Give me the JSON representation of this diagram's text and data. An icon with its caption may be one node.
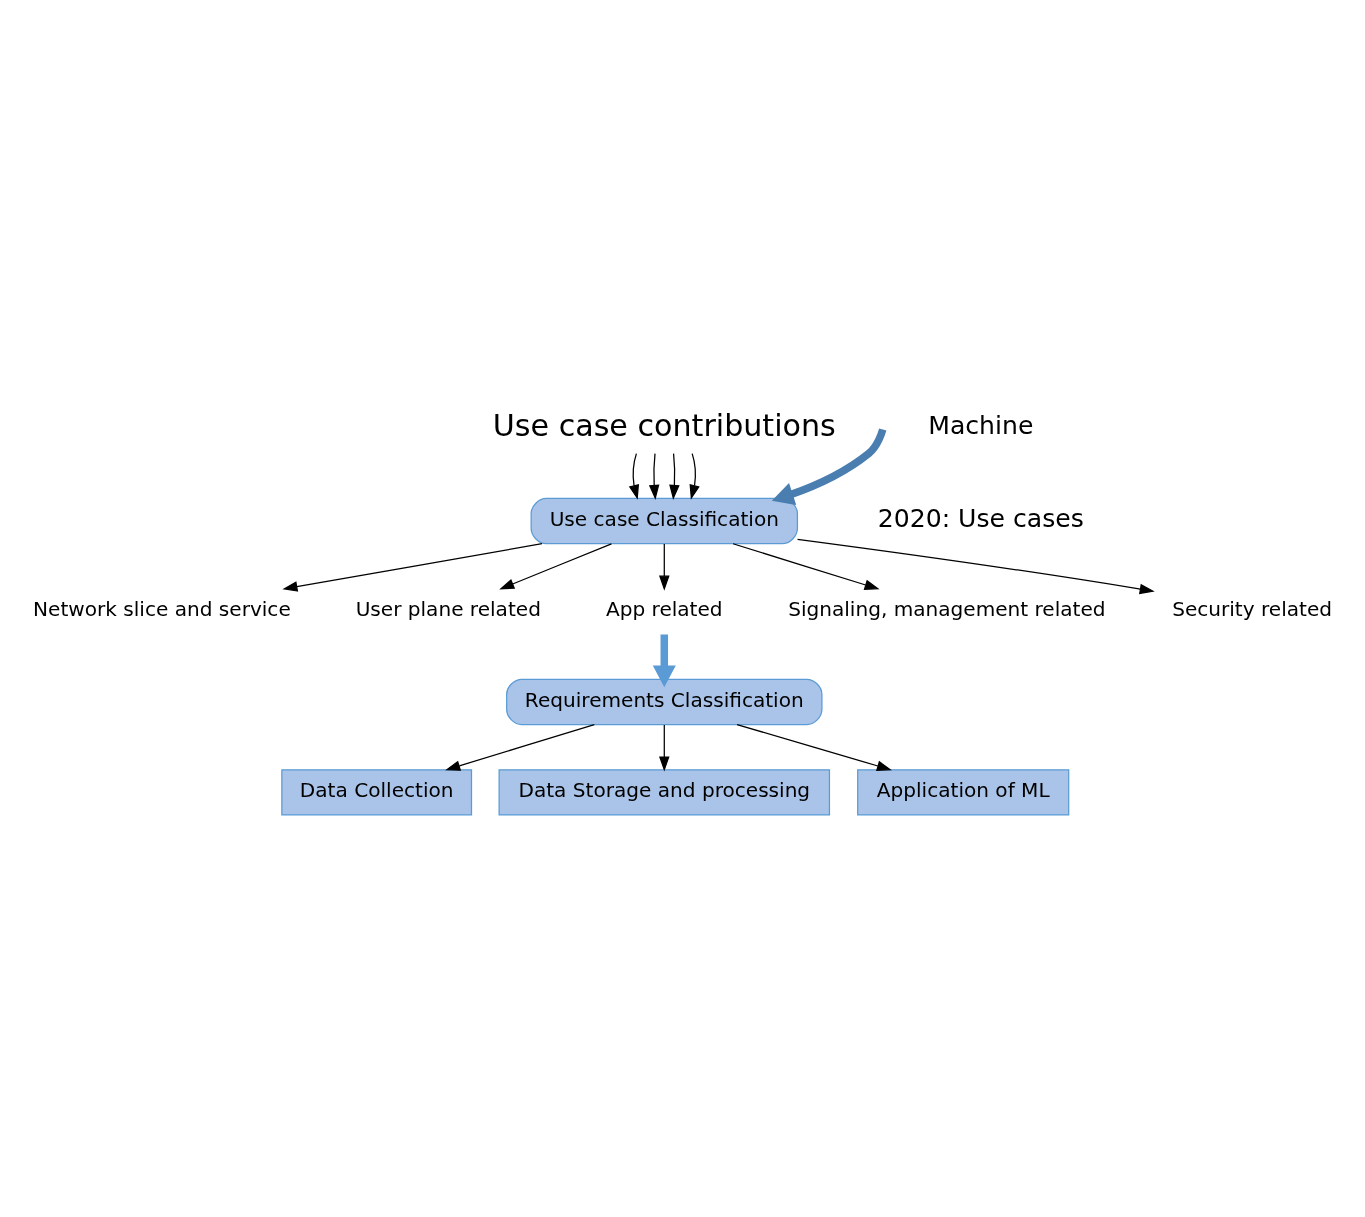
{
  "diagram": {
    "nodes": [
      {
        "text": [
          "Use case contributions"
        ]
      },
      {
        "text": [
          "Use case Classification"
        ]
      },
      {
        "text": [
          "Network slice and service"
        ]
      },
      {
        "text": [
          "User plane related"
        ]
      },
      {
        "text": [
          "App related"
        ]
      },
      {
        "text": [
          "Signaling, management related"
        ]
      },
      {
        "text": [
          "Security related"
        ]
      },
      {
        "text": [
          "Requirements Classification"
        ]
      },
      {
        "text": [
          "Data Collection"
        ]
      },
      {
        "text": [
          "Data Storage and processing"
        ]
      },
      {
        "text": [
          "Application of ML"
        ]
      }
    ],
    "edges": [
      {
        "from": 0,
        "to": 1,
        "arrow": "to"
      },
      {
        "from": 0,
        "to": 1,
        "arrow": "to"
      },
      {
        "from": 0,
        "to": 1,
        "arrow": "to"
      },
      {
        "from": 0,
        "to": 1,
        "arrow": "to"
      },
      {
        "from": 1,
        "to": 2,
        "arrow": "to"
      },
      {
        "from": 1,
        "to": 3,
        "arrow": "to"
      },
      {
        "from": 1,
        "to": 4,
        "arrow": "to"
      },
      {
        "from": 1,
        "to": 5,
        "arrow": "to"
      },
      {
        "from": 1,
        "to": 6,
        "arrow": "to"
      },
      {
        "from": 4,
        "to": 7,
        "arrow": "to",
        "style": "thick",
        "color": "#5b9bd5"
      },
      {
        "from": 7,
        "to": 8,
        "arrow": "to"
      },
      {
        "from": 7,
        "to": 9,
        "arrow": "to"
      },
      {
        "from": 7,
        "to": 10,
        "arrow": "to"
      },
      {
        "from": null,
        "to": 1,
        "arrow": "to",
        "style": "thick",
        "color": "#4a7eb0"
      }
    ],
    "labels": [
      "Machine",
      "2020: Use cases"
    ]
  }
}
